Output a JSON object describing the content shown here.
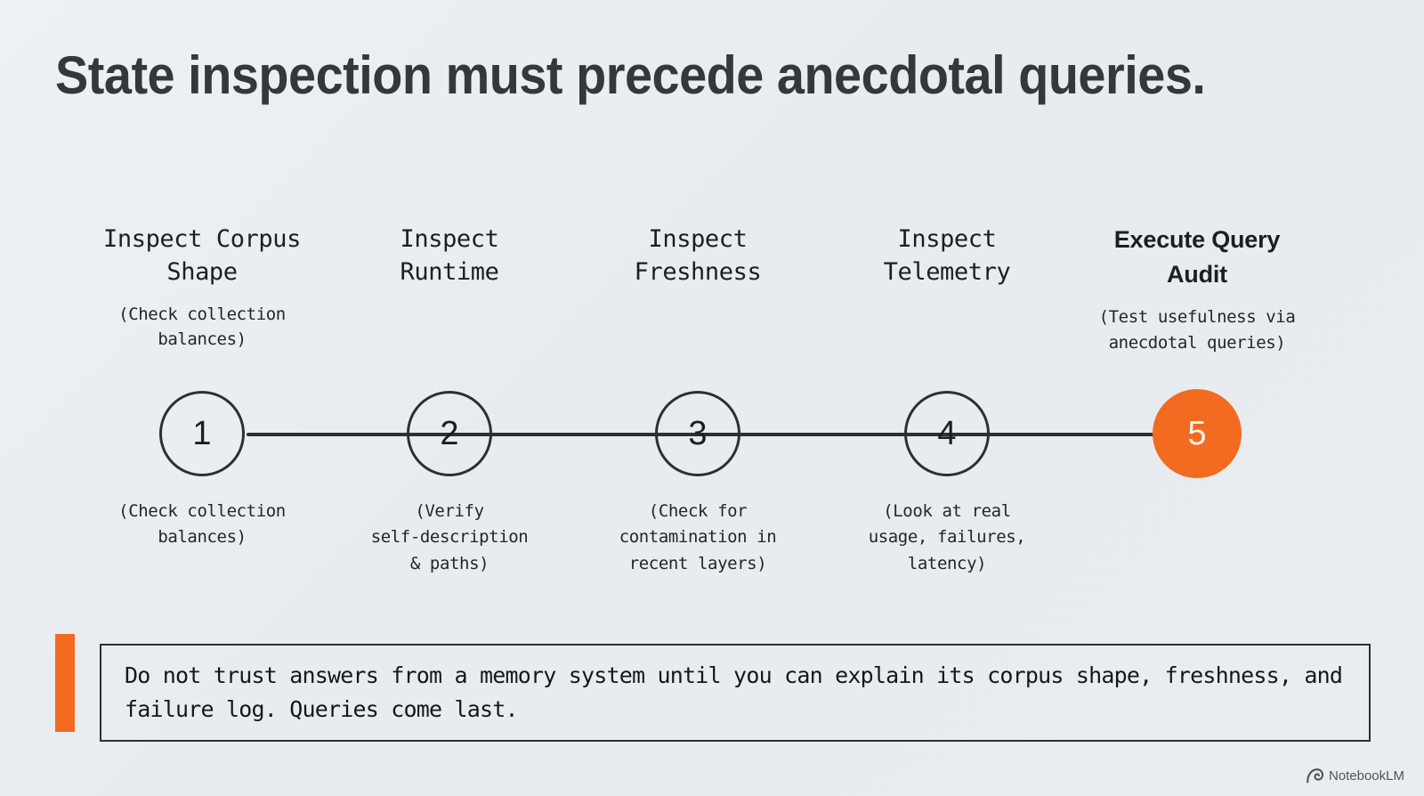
{
  "slide": {
    "title": "State inspection must precede anecdotal queries.",
    "background_color": "#EAEEF2",
    "accent_color": "#F26B21",
    "ink_color": "#2B3034"
  },
  "timeline": {
    "steps": [
      {
        "number": "1",
        "title": "Inspect Corpus\nShape",
        "note_top": "(Check collection\nbalances)",
        "note_bottom": "(Check collection\nbalances)",
        "highlighted": false
      },
      {
        "number": "2",
        "title": "Inspect\nRuntime",
        "note_top": "",
        "note_bottom": "(Verify\nself-description\n& paths)",
        "highlighted": false
      },
      {
        "number": "3",
        "title": "Inspect\nFreshness",
        "note_top": "",
        "note_bottom": "(Check for\ncontamination in\nrecent layers)",
        "highlighted": false
      },
      {
        "number": "4",
        "title": "Inspect\nTelemetry",
        "note_top": "",
        "note_bottom": "(Look at real\nusage, failures,\nlatency)",
        "highlighted": false
      },
      {
        "number": "5",
        "title": "Execute Query\nAudit",
        "note_top": "(Test usefulness via\nanecdotal queries)",
        "note_bottom": "",
        "highlighted": true
      }
    ]
  },
  "callout": {
    "text": "Do not trust answers from a memory system until you can explain its corpus shape, freshness, and failure log. Queries come last.",
    "bar_color": "#F26B21"
  },
  "watermark": {
    "label": "NotebookLM",
    "icon": "notebooklm-spiral-icon"
  }
}
